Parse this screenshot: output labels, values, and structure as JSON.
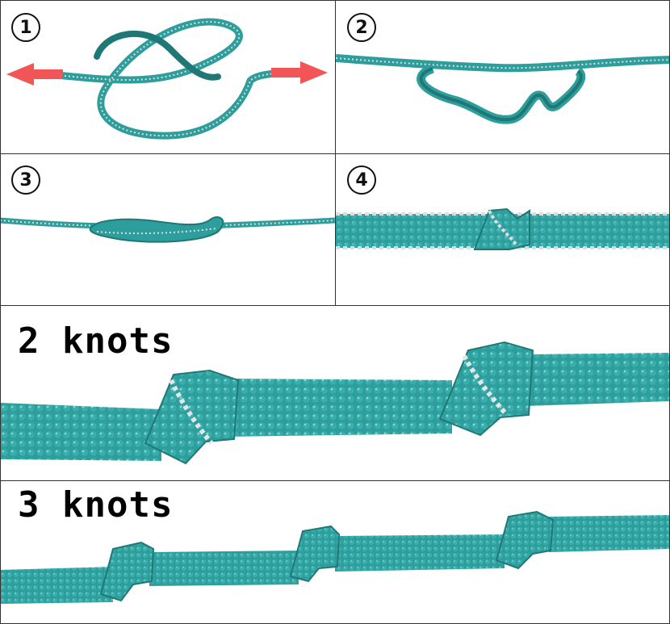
{
  "panels": {
    "step1": {
      "badge": "1"
    },
    "step2": {
      "badge": "2"
    },
    "step3": {
      "badge": "3"
    },
    "step4": {
      "badge": "4"
    },
    "two_knots": {
      "label": "2 knots"
    },
    "three_knots": {
      "label": "3 knots"
    }
  },
  "colors": {
    "ribbon": "#2e9e9c",
    "ribbon_dark": "#1f7876",
    "edge_bead": "#d9dede",
    "arrow": "#f25555"
  }
}
